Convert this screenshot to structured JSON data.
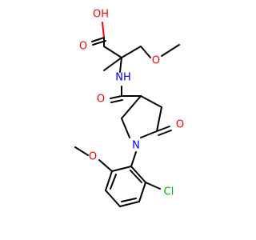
{
  "molecule": {
    "atoms": {
      "acid_hydroxyl": "OH",
      "acid_carbonyl_o": "O",
      "ether_o_top": "O",
      "amide_nh": "NH",
      "amide_carbonyl_o": "O",
      "ring_n": "N",
      "lactam_o": "O",
      "aryl_methoxy_o": "O",
      "chlorine": "Cl"
    },
    "colors": {
      "carbon": "#000000",
      "oxygen": "#ff0000",
      "nitrogen": "#0000ff",
      "chlorine": "#00b000"
    }
  }
}
